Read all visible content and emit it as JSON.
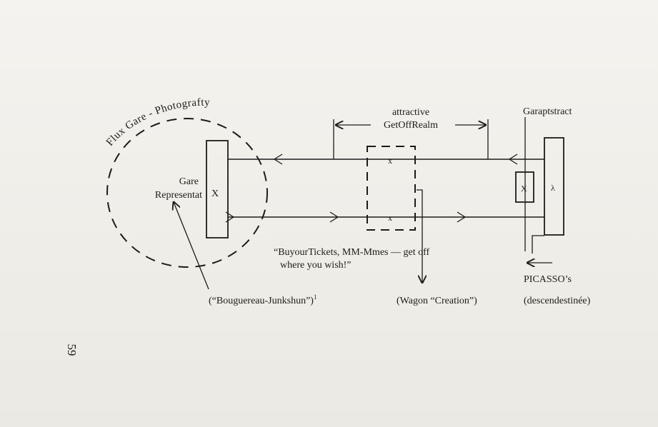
{
  "page_number": "59",
  "labels": {
    "arc_title": "Flux Gare - Photografty",
    "gare_line1": "Gare",
    "gare_line2": "Representat",
    "attractive": "attractive",
    "getoffrealm": "GetOffRealm",
    "garaptstract": "Garaptstract",
    "announce_line1": "“BuyourTickets, MM-Mmes — get off",
    "announce_line2": "where you wish!”",
    "bouguereau": "(“Bouguereau-Junkshun”)",
    "footnote_mark": "1",
    "wagon": "(Wagon “Creation”)",
    "picasso": "PICASSO’s",
    "descendestinee": "(descendestinée)"
  },
  "marks": {
    "left_x": "X",
    "wagon_top_x": "x",
    "wagon_bottom_x": "x",
    "right_small_x": "X",
    "right_lambda": "λ"
  }
}
